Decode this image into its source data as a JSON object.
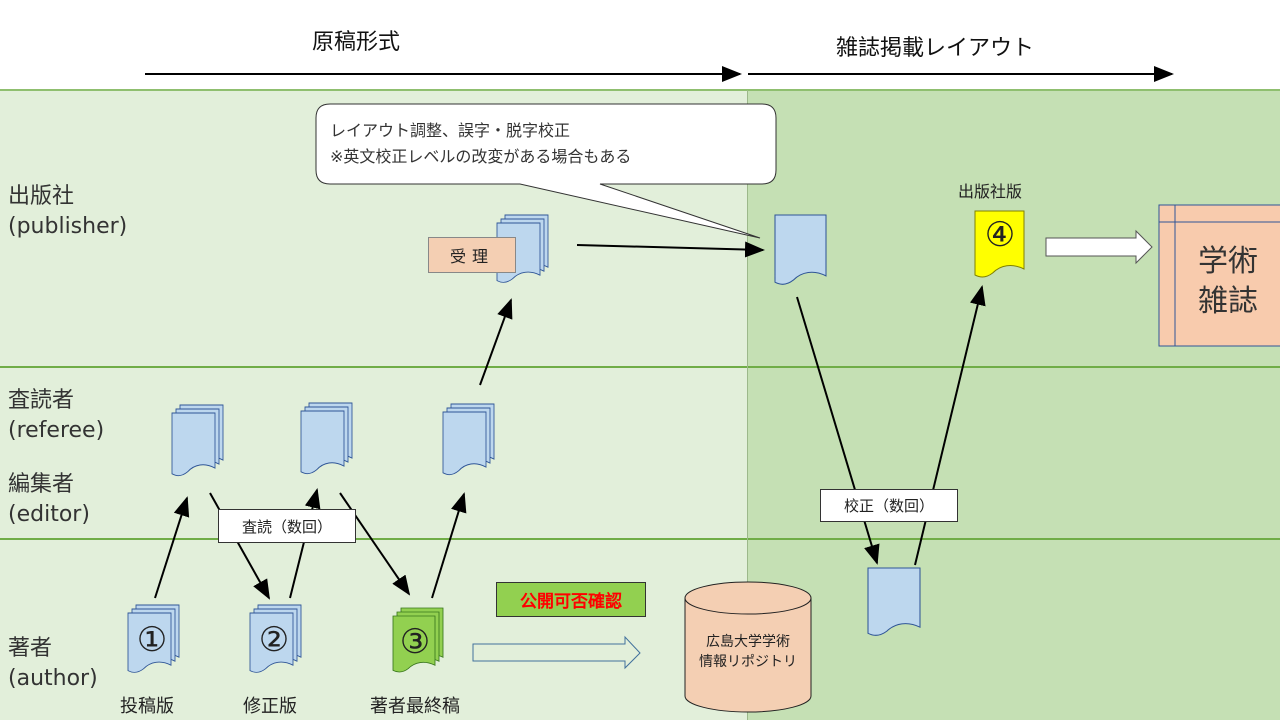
{
  "header": {
    "left_phase": "原稿形式",
    "right_phase": "雑誌掲載レイアウト"
  },
  "lanes": [
    {
      "name_ja": "出版社",
      "name_en": "(publisher)"
    },
    {
      "name_ja": "査読者",
      "name_en": "(referee)",
      "name_ja2": "編集者",
      "name_en2": "(editor)"
    },
    {
      "name_ja": "著者",
      "name_en": "(author)"
    }
  ],
  "callout": {
    "line1": "レイアウト調整、誤字・脱字校正",
    "line2": "※英文校正レベルの改変がある場合もある"
  },
  "receipt_label": "受理",
  "review_label": "査読（数回）",
  "proof_label": "校正（数回）",
  "versions": {
    "v1": {
      "num": "①",
      "label": "投稿版"
    },
    "v2": {
      "num": "②",
      "label": "修正版"
    },
    "v3": {
      "num": "③",
      "label": "著者最終稿"
    },
    "v4": {
      "num": "④",
      "label": "出版社版"
    }
  },
  "publish_check": "公開可否確認",
  "repository": {
    "line1": "広島大学学術",
    "line2": "情報リポジトリ"
  },
  "journal": {
    "line1": "学術",
    "line2": "雑誌"
  },
  "colors": {
    "left_bg": "#e2efda",
    "right_bg": "#c5e0b4",
    "doc_blue": "#bdd7ee",
    "doc_green": "#92d050",
    "doc_yellow": "#ffff00",
    "journal": "#f8cbad",
    "check_text": "#ff0000"
  }
}
